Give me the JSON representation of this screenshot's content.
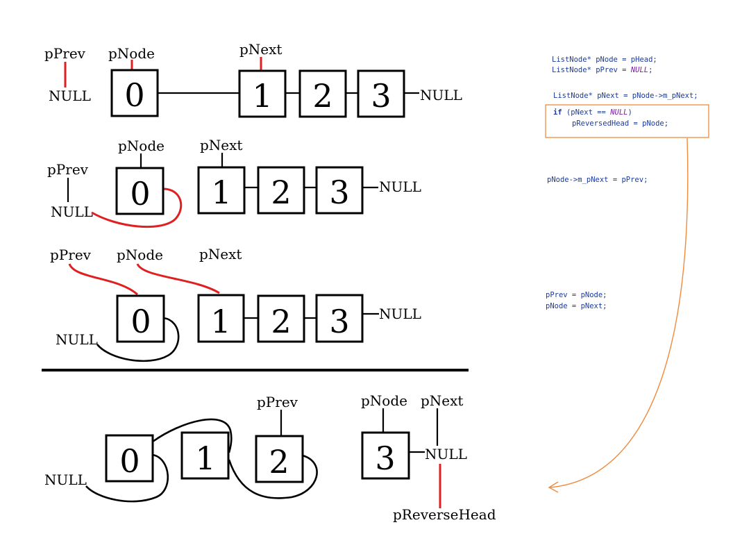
{
  "rows": [
    {
      "labels": {
        "prev": "pPrev",
        "node": "pNode",
        "next": "pNext",
        "null_left": "NULL",
        "null_right": "NULL"
      },
      "nodes": [
        "0",
        "1",
        "2",
        "3"
      ]
    },
    {
      "labels": {
        "prev": "pPrev",
        "node": "pNode",
        "next": "pNext",
        "null_left": "NULL",
        "null_right": "NULL"
      },
      "nodes": [
        "0",
        "1",
        "2",
        "3"
      ]
    },
    {
      "labels": {
        "prev": "pPrev",
        "node": "pNode",
        "next": "pNext",
        "null_left": "NULL",
        "null_right": "NULL"
      },
      "nodes": [
        "0",
        "1",
        "2",
        "3"
      ]
    },
    {
      "labels": {
        "prev": "pPrev",
        "node": "pNode",
        "next": "pNext",
        "null_left": "NULL",
        "null_right": "NULL",
        "reverse_head": "pReverseHead"
      },
      "nodes": [
        "0",
        "1",
        "2",
        "3"
      ]
    }
  ],
  "code": {
    "line1": {
      "type": "ListNode*",
      "rest": " pNode = pHead;"
    },
    "line2": {
      "type": "ListNode*",
      "rest": " pPrev = ",
      "null": "NULL",
      "end": ";"
    },
    "line3": {
      "type": "ListNode*",
      "rest": " pNext = pNode->m_pNext;"
    },
    "line4": {
      "kw": "if",
      "rest": " (pNext == ",
      "null": "NULL",
      "end": ")"
    },
    "line5": "pReversedHead = pNode;",
    "line6": "pNode->m_pNext = pPrev;",
    "line7": "pPrev = pNode;",
    "line8": "pNode = pNext;"
  },
  "colors": {
    "pointer_red": "#e02020",
    "code_blue": "#1a3a9c",
    "code_keyword": "#1a3a9c",
    "null_purple": "#7a1fa2",
    "highlight_orange": "#f08a3c"
  }
}
